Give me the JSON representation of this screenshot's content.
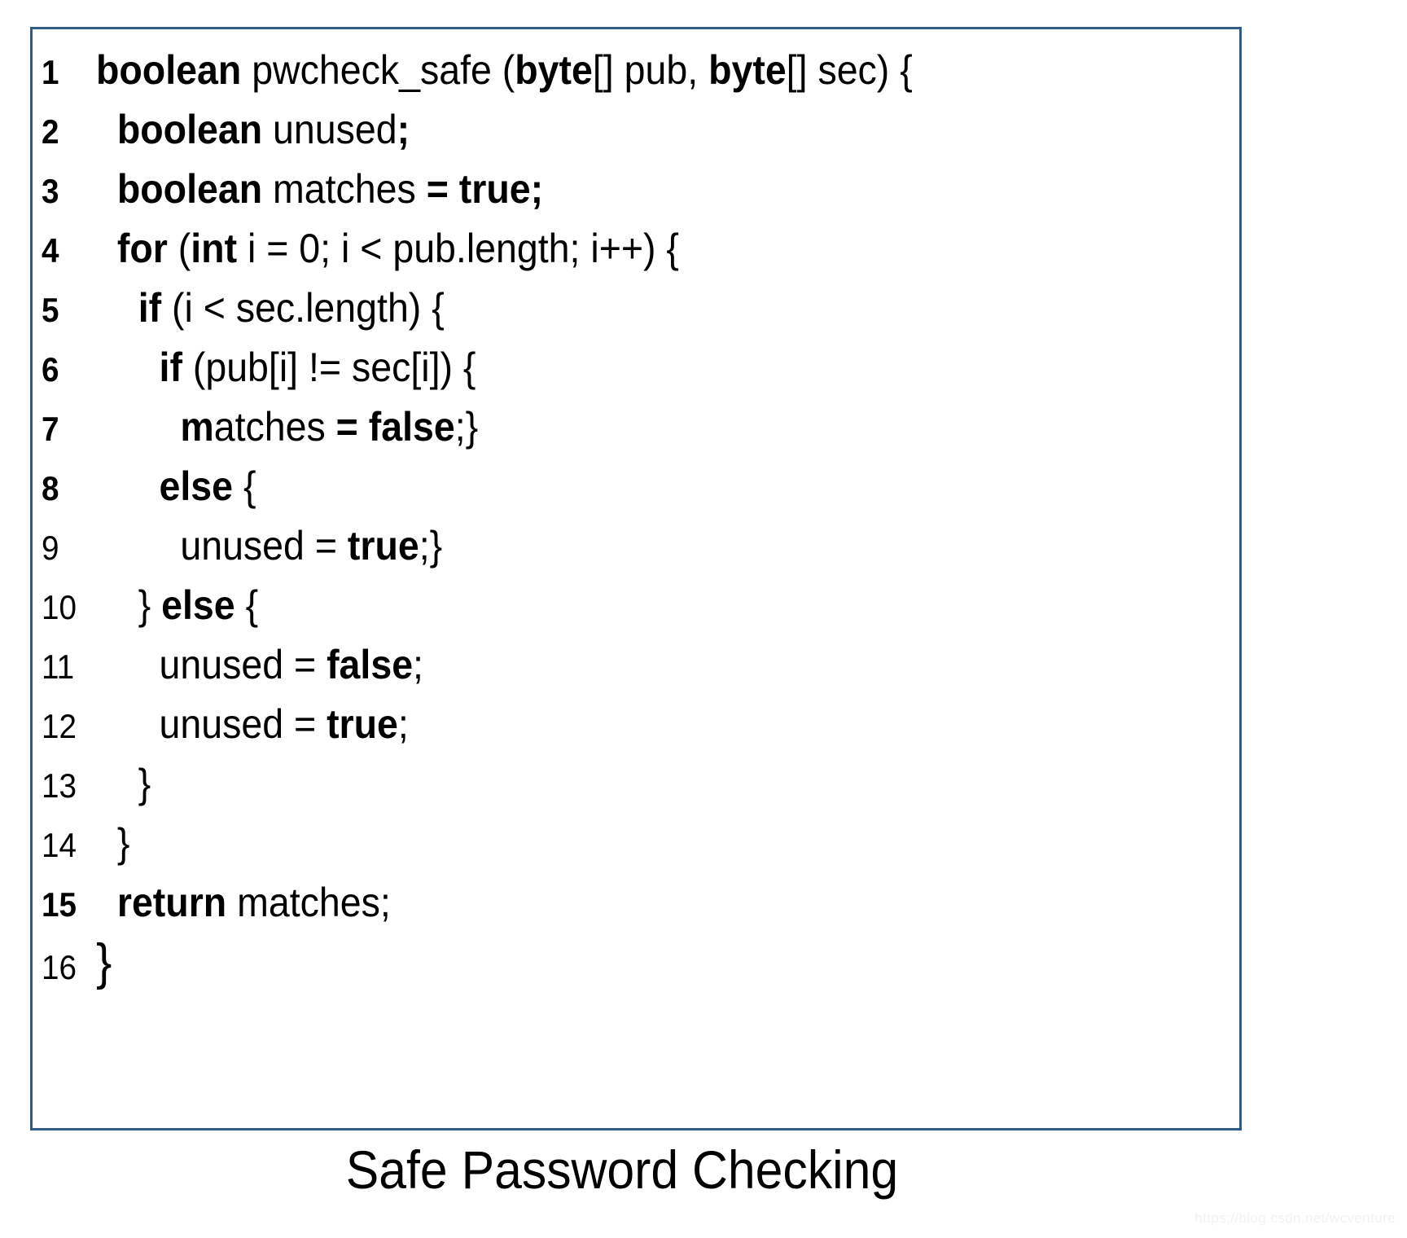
{
  "figure": {
    "caption": "Safe Password Checking",
    "border_color": "#2e5c86",
    "background_color": "#ffffff",
    "text_color": "#000000",
    "language": "Java"
  },
  "watermark": {
    "text": "https://blog.csdn.net/wcventure",
    "color": "#f2f2f2"
  },
  "code": {
    "lines": [
      {
        "number": "1",
        "number_bold": true,
        "indent": "",
        "text": "boolean pwcheck_safe (byte[] pub, byte[] sec) {",
        "html": "<b>boolean</b> pwcheck_safe (<b>byte</b>[] pub, <b>byte</b>[] sec) {"
      },
      {
        "number": "2",
        "number_bold": true,
        "indent": "  ",
        "text": "boolean unused;",
        "html": "  <b>boolean</b> unused<b>;</b>"
      },
      {
        "number": "3",
        "number_bold": true,
        "indent": "  ",
        "text": "boolean matches = true;",
        "html": "  <b>boolean</b> matches <b>= true;</b>"
      },
      {
        "number": "4",
        "number_bold": true,
        "indent": "  ",
        "text": "for (int i = 0; i < pub.length; i++) {",
        "html": "  <b>for</b> (<b>int</b> i = 0; i &lt; pub.length; i++) {"
      },
      {
        "number": "5",
        "number_bold": true,
        "indent": "    ",
        "text": "if (i < sec.length) {",
        "html": "    <b>if</b> (i &lt; sec.length) {"
      },
      {
        "number": "6",
        "number_bold": true,
        "indent": "      ",
        "text": "if (pub[i] != sec[i]) {",
        "html": "      <b>if</b> (pub[i] != sec[i]) {"
      },
      {
        "number": "7",
        "number_bold": true,
        "indent": "        ",
        "text": "matches = false;}",
        "html": "        <b>m</b>atches <b>= false</b>;}"
      },
      {
        "number": "8",
        "number_bold": true,
        "indent": "      ",
        "text": "else {",
        "html": "      <b>else</b> {"
      },
      {
        "number": "9",
        "number_bold": false,
        "indent": "        ",
        "text": "unused = true;}",
        "html": "        unused = <b>true</b>;}"
      },
      {
        "number": "10",
        "number_bold": false,
        "indent": "    ",
        "text": "} else {",
        "html": "    } <b>else</b> {"
      },
      {
        "number": "11",
        "number_bold": false,
        "indent": "      ",
        "text": "unused = false;",
        "html": "      unused = <b>false</b>;"
      },
      {
        "number": "12",
        "number_bold": false,
        "indent": "      ",
        "text": "unused = true;",
        "html": "      unused = <b>true</b>;"
      },
      {
        "number": "13",
        "number_bold": false,
        "indent": "    ",
        "text": "}",
        "html": "    }"
      },
      {
        "number": "14",
        "number_bold": false,
        "indent": "  ",
        "text": "}",
        "html": "  }"
      },
      {
        "number": "15",
        "number_bold": true,
        "indent": "  ",
        "text": "return matches;",
        "html": "  <b>return</b> matches;"
      },
      {
        "number": "16",
        "number_bold": false,
        "indent": "",
        "text": "}",
        "html": "}",
        "big": true
      }
    ]
  }
}
